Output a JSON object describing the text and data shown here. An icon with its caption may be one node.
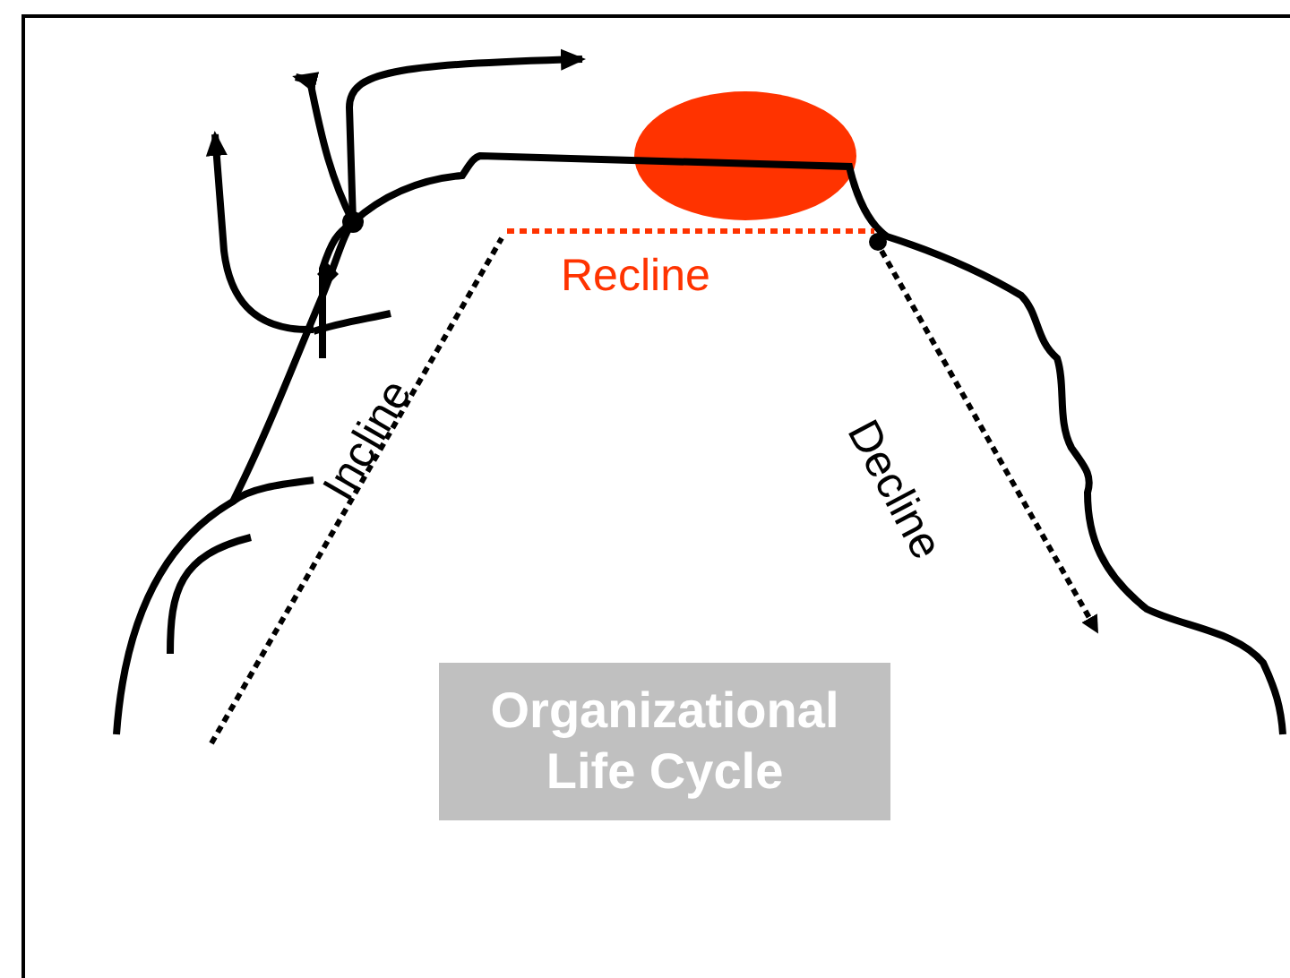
{
  "diagram": {
    "nodes": [
      {
        "text": [
          "Organizational Life Cycle"
        ]
      }
    ],
    "labels": [
      "Recline",
      "Incline",
      "Decline"
    ]
  }
}
